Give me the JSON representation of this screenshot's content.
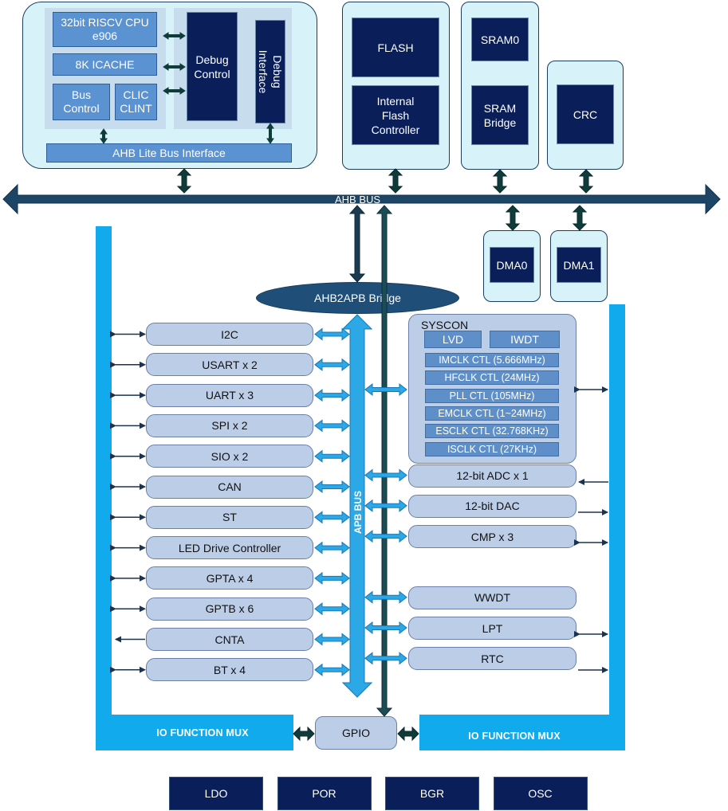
{
  "cpu": {
    "core": "32bit RISCV CPU\ne906",
    "icache": "8K ICACHE",
    "bus_control": "Bus\nControl",
    "clic": "CLIC\nCLINT",
    "debug_control": "Debug\nControl",
    "debug_interface": "Debug\nInterface",
    "ahb_lite": "AHB Lite Bus Interface"
  },
  "flash": {
    "flash": "FLASH",
    "controller": "Internal\nFlash\nController"
  },
  "sram": {
    "sram0": "SRAM0",
    "bridge": "SRAM\nBridge"
  },
  "crc": "CRC",
  "dma": [
    "DMA0",
    "DMA1"
  ],
  "ahb_bus": "AHB BUS",
  "apb_bus": "APB BUS",
  "ahb2apb": "AHB2APB Bridge",
  "left_peripherals": [
    "I2C",
    "USART x 2",
    "UART x 3",
    "SPI x 2",
    "SIO x 2",
    "CAN",
    "ST",
    "LED Drive Controller",
    "GPTA x 4",
    "GPTB x 6",
    "CNTA",
    "BT x 4"
  ],
  "syscon": {
    "title": "SYSCON",
    "lvd": "LVD",
    "iwdt": "IWDT",
    "clocks": [
      "IMCLK CTL (5.666MHz)",
      "HFCLK CTL (24MHz)",
      "PLL CTL (105MHz)",
      "EMCLK CTL (1~24MHz)",
      "ESCLK CTL (32.768KHz)",
      "ISCLK CTL (27KHz)"
    ]
  },
  "right_peripherals": [
    "12-bit ADC x 1",
    "12-bit DAC",
    "CMP x 3",
    "WWDT",
    "LPT",
    "RTC"
  ],
  "io_mux": {
    "left": "IO FUNCTION MUX",
    "right": "IO FUNCTION MUX"
  },
  "gpio": "GPIO",
  "bottom": [
    "LDO",
    "POR",
    "BGR",
    "OSC"
  ],
  "colors": {
    "navy": "#0a1f5a",
    "bus": "#1f4f79",
    "mux": "#11aaec",
    "pill": "#bccde8",
    "panel": "#d7f2f9"
  }
}
